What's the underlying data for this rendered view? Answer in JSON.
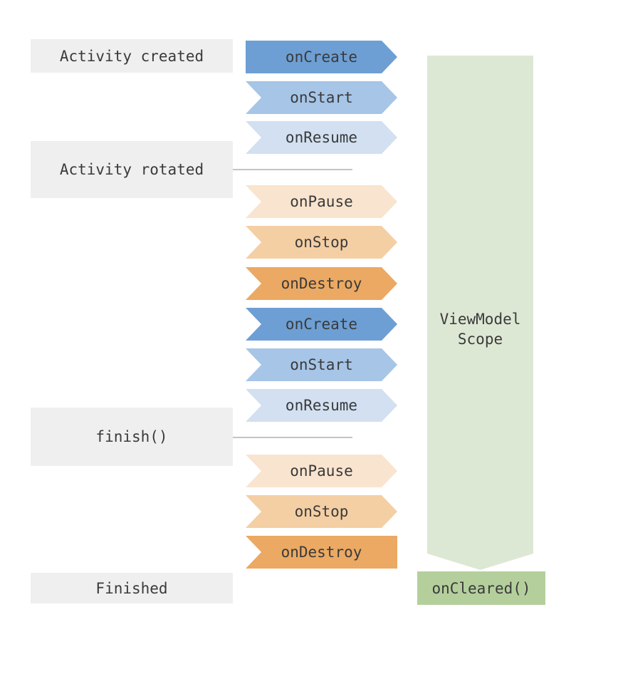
{
  "palette": {
    "blue_dark": "#6d9fd4",
    "blue_mid": "#a6c5e7",
    "blue_light": "#d2e0f1",
    "peach_light": "#f9e4cf",
    "peach_mid": "#f4cfa4",
    "orange": "#eba963",
    "stage_gray": "#efefef",
    "green_light": "#dde8d4",
    "green_mid": "#b4cf9c",
    "divider_gray": "#c4c4c8",
    "text": "#3a3a3a"
  },
  "stages": [
    {
      "label": "Activity created"
    },
    {
      "label": "Activity rotated"
    },
    {
      "label": "finish()"
    },
    {
      "label": "Finished"
    }
  ],
  "arrows": [
    {
      "label": "onCreate",
      "color": "blue_dark"
    },
    {
      "label": "onStart",
      "color": "blue_mid"
    },
    {
      "label": "onResume",
      "color": "blue_light"
    },
    {
      "label": "onPause",
      "color": "peach_light"
    },
    {
      "label": "onStop",
      "color": "peach_mid"
    },
    {
      "label": "onDestroy",
      "color": "orange"
    },
    {
      "label": "onCreate",
      "color": "blue_dark"
    },
    {
      "label": "onStart",
      "color": "blue_mid"
    },
    {
      "label": "onResume",
      "color": "blue_light"
    },
    {
      "label": "onPause",
      "color": "peach_light"
    },
    {
      "label": "onStop",
      "color": "peach_mid"
    },
    {
      "label": "onDestroy",
      "color": "orange"
    }
  ],
  "viewmodel": {
    "scope_label": "ViewModel\nScope",
    "cleared_label": "onCleared()"
  }
}
